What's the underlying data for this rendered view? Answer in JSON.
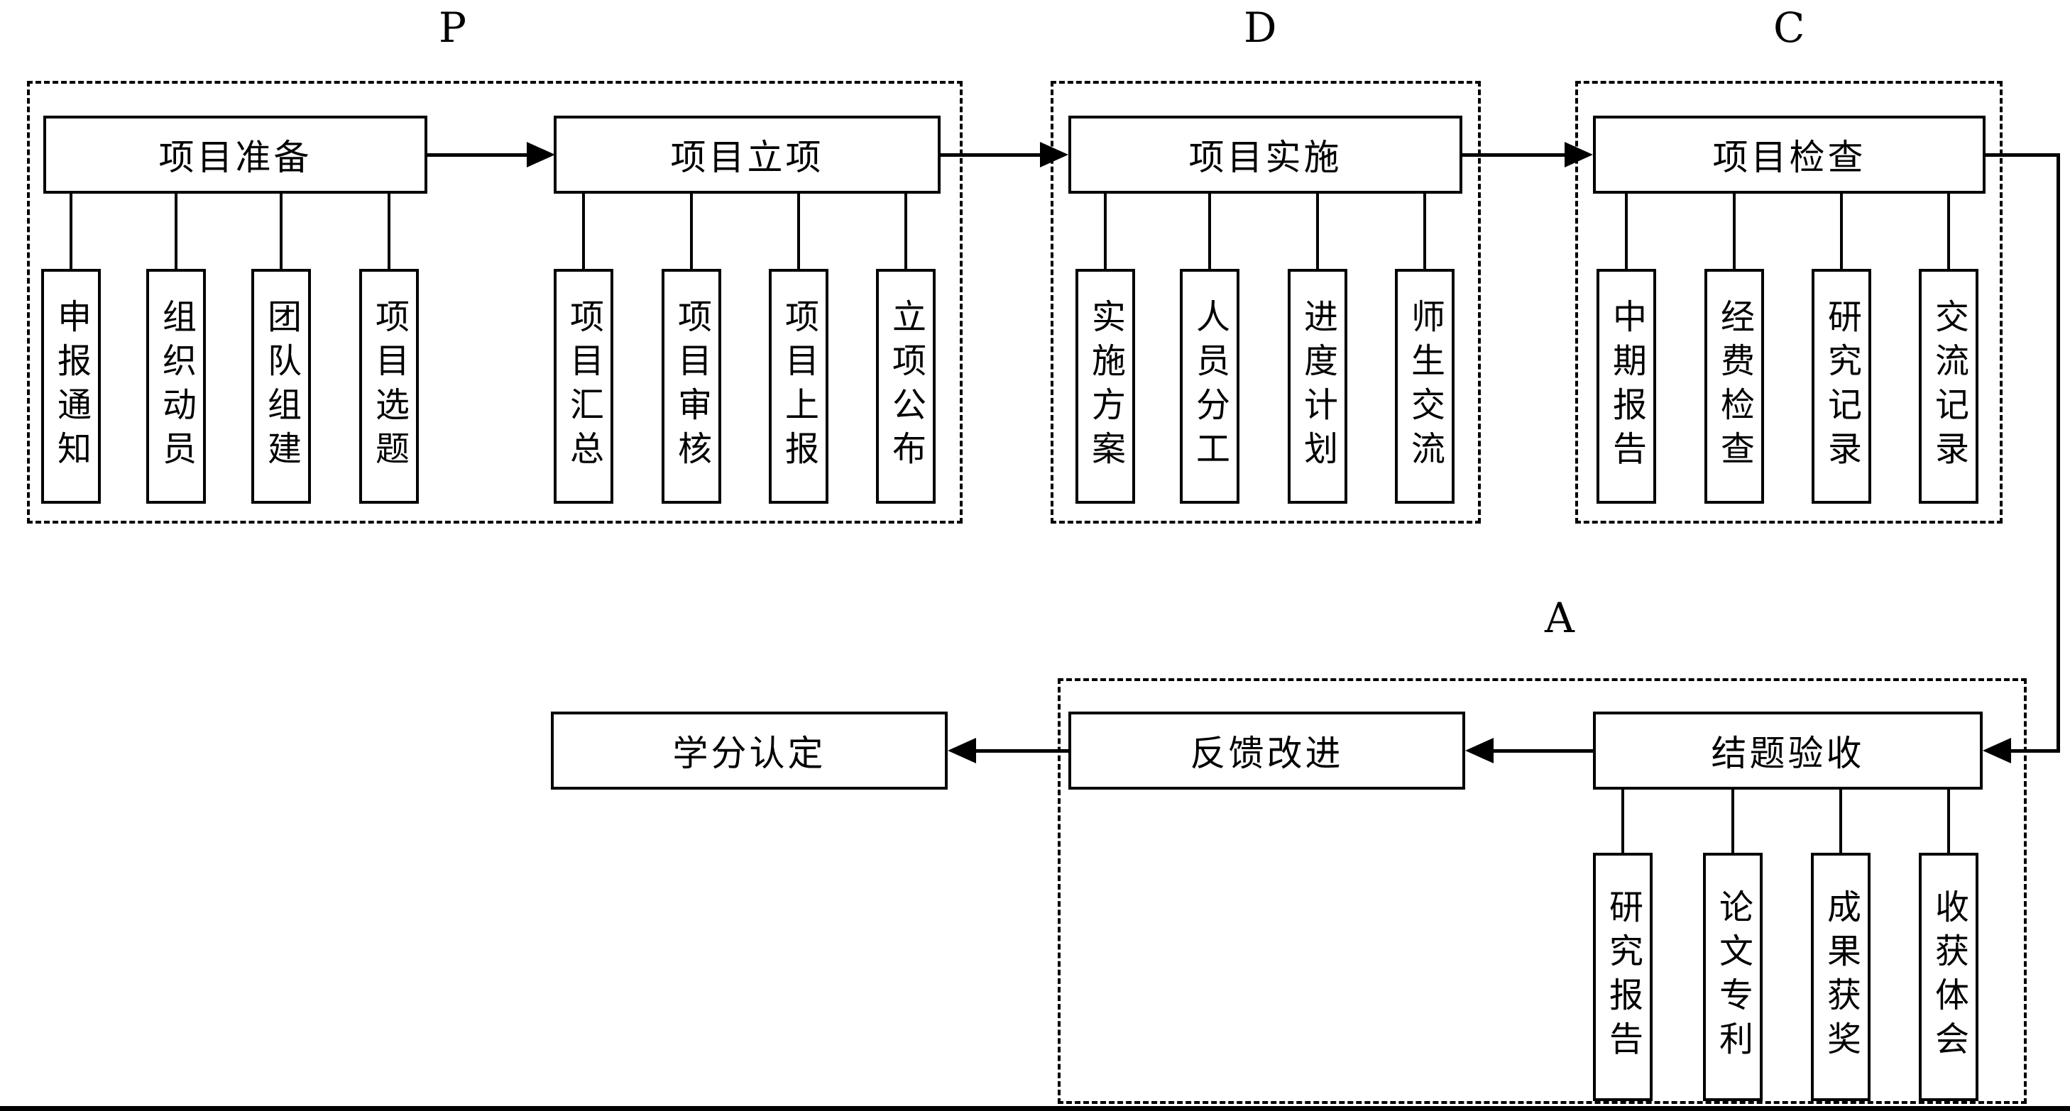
{
  "diagram": {
    "stage_labels": {
      "p": "P",
      "d": "D",
      "c": "C",
      "a": "A"
    },
    "groups": {
      "preparation": {
        "header": "项目准备",
        "items": [
          "申报通知",
          "组织动员",
          "团队组建",
          "项目选题"
        ]
      },
      "approval": {
        "header": "项目立项",
        "items": [
          "项目汇总",
          "项目审核",
          "项目上报",
          "立项公布"
        ]
      },
      "implementation": {
        "header": "项目实施",
        "items": [
          "实施方案",
          "人员分工",
          "进度计划",
          "师生交流"
        ]
      },
      "inspection": {
        "header": "项目检查",
        "items": [
          "中期报告",
          "经费检查",
          "研究记录",
          "交流记录"
        ]
      },
      "acceptance": {
        "header": "结题验收",
        "items": [
          "研究报告",
          "论文专利",
          "成果获奖",
          "收获体会"
        ]
      },
      "feedback": {
        "header": "反馈改进"
      },
      "credit": {
        "header": "学分认定"
      }
    },
    "colors": {
      "line": "#000000",
      "background": "#ffffff"
    }
  }
}
